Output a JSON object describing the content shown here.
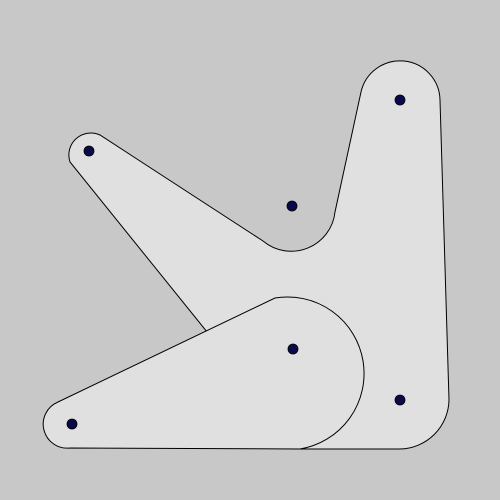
{
  "colors": {
    "background": "#c8c8c8",
    "shape_fill": "#e0e0e0",
    "shape_stroke": "#000000",
    "point_fill": "#0a0a4a",
    "point_stroke": "#000000"
  },
  "shapes": [
    {
      "name": "rounded-star-shape-upper"
    },
    {
      "name": "rounded-star-shape-lower"
    }
  ],
  "points": [
    {
      "name": "control-point-top-right"
    },
    {
      "name": "control-point-upper-left"
    },
    {
      "name": "control-point-center-upper"
    },
    {
      "name": "control-point-center"
    },
    {
      "name": "control-point-bottom-right"
    },
    {
      "name": "control-point-bottom-left"
    }
  ]
}
